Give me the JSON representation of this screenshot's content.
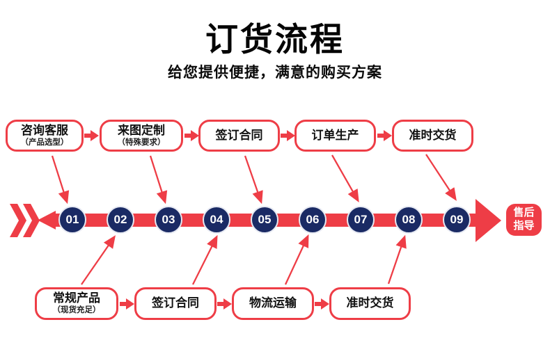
{
  "header": {
    "title": "订货流程",
    "subtitle": "给您提供便捷，满意的购买方案"
  },
  "palette": {
    "accent_red": "#ee3d46",
    "circle_navy": "#1a2a64",
    "text_black": "#0a0a0a",
    "box_text_white": "#ffffff"
  },
  "top_row": [
    {
      "title": "咨询客服",
      "note": "（产品选型）"
    },
    {
      "title": "来图定制",
      "note": "（特殊要求）"
    },
    {
      "title": "签订合同"
    },
    {
      "title": "订单生产"
    },
    {
      "title": "准时交货"
    }
  ],
  "timeline": {
    "steps": [
      "01",
      "02",
      "03",
      "04",
      "05",
      "06",
      "07",
      "08",
      "09"
    ],
    "end_label_line1": "售后",
    "end_label_line2": "指导"
  },
  "bottom_row": [
    {
      "title": "常规产品",
      "note": "（现货充足）"
    },
    {
      "title": "签订合同"
    },
    {
      "title": "物流运输"
    },
    {
      "title": "准时交货"
    }
  ]
}
